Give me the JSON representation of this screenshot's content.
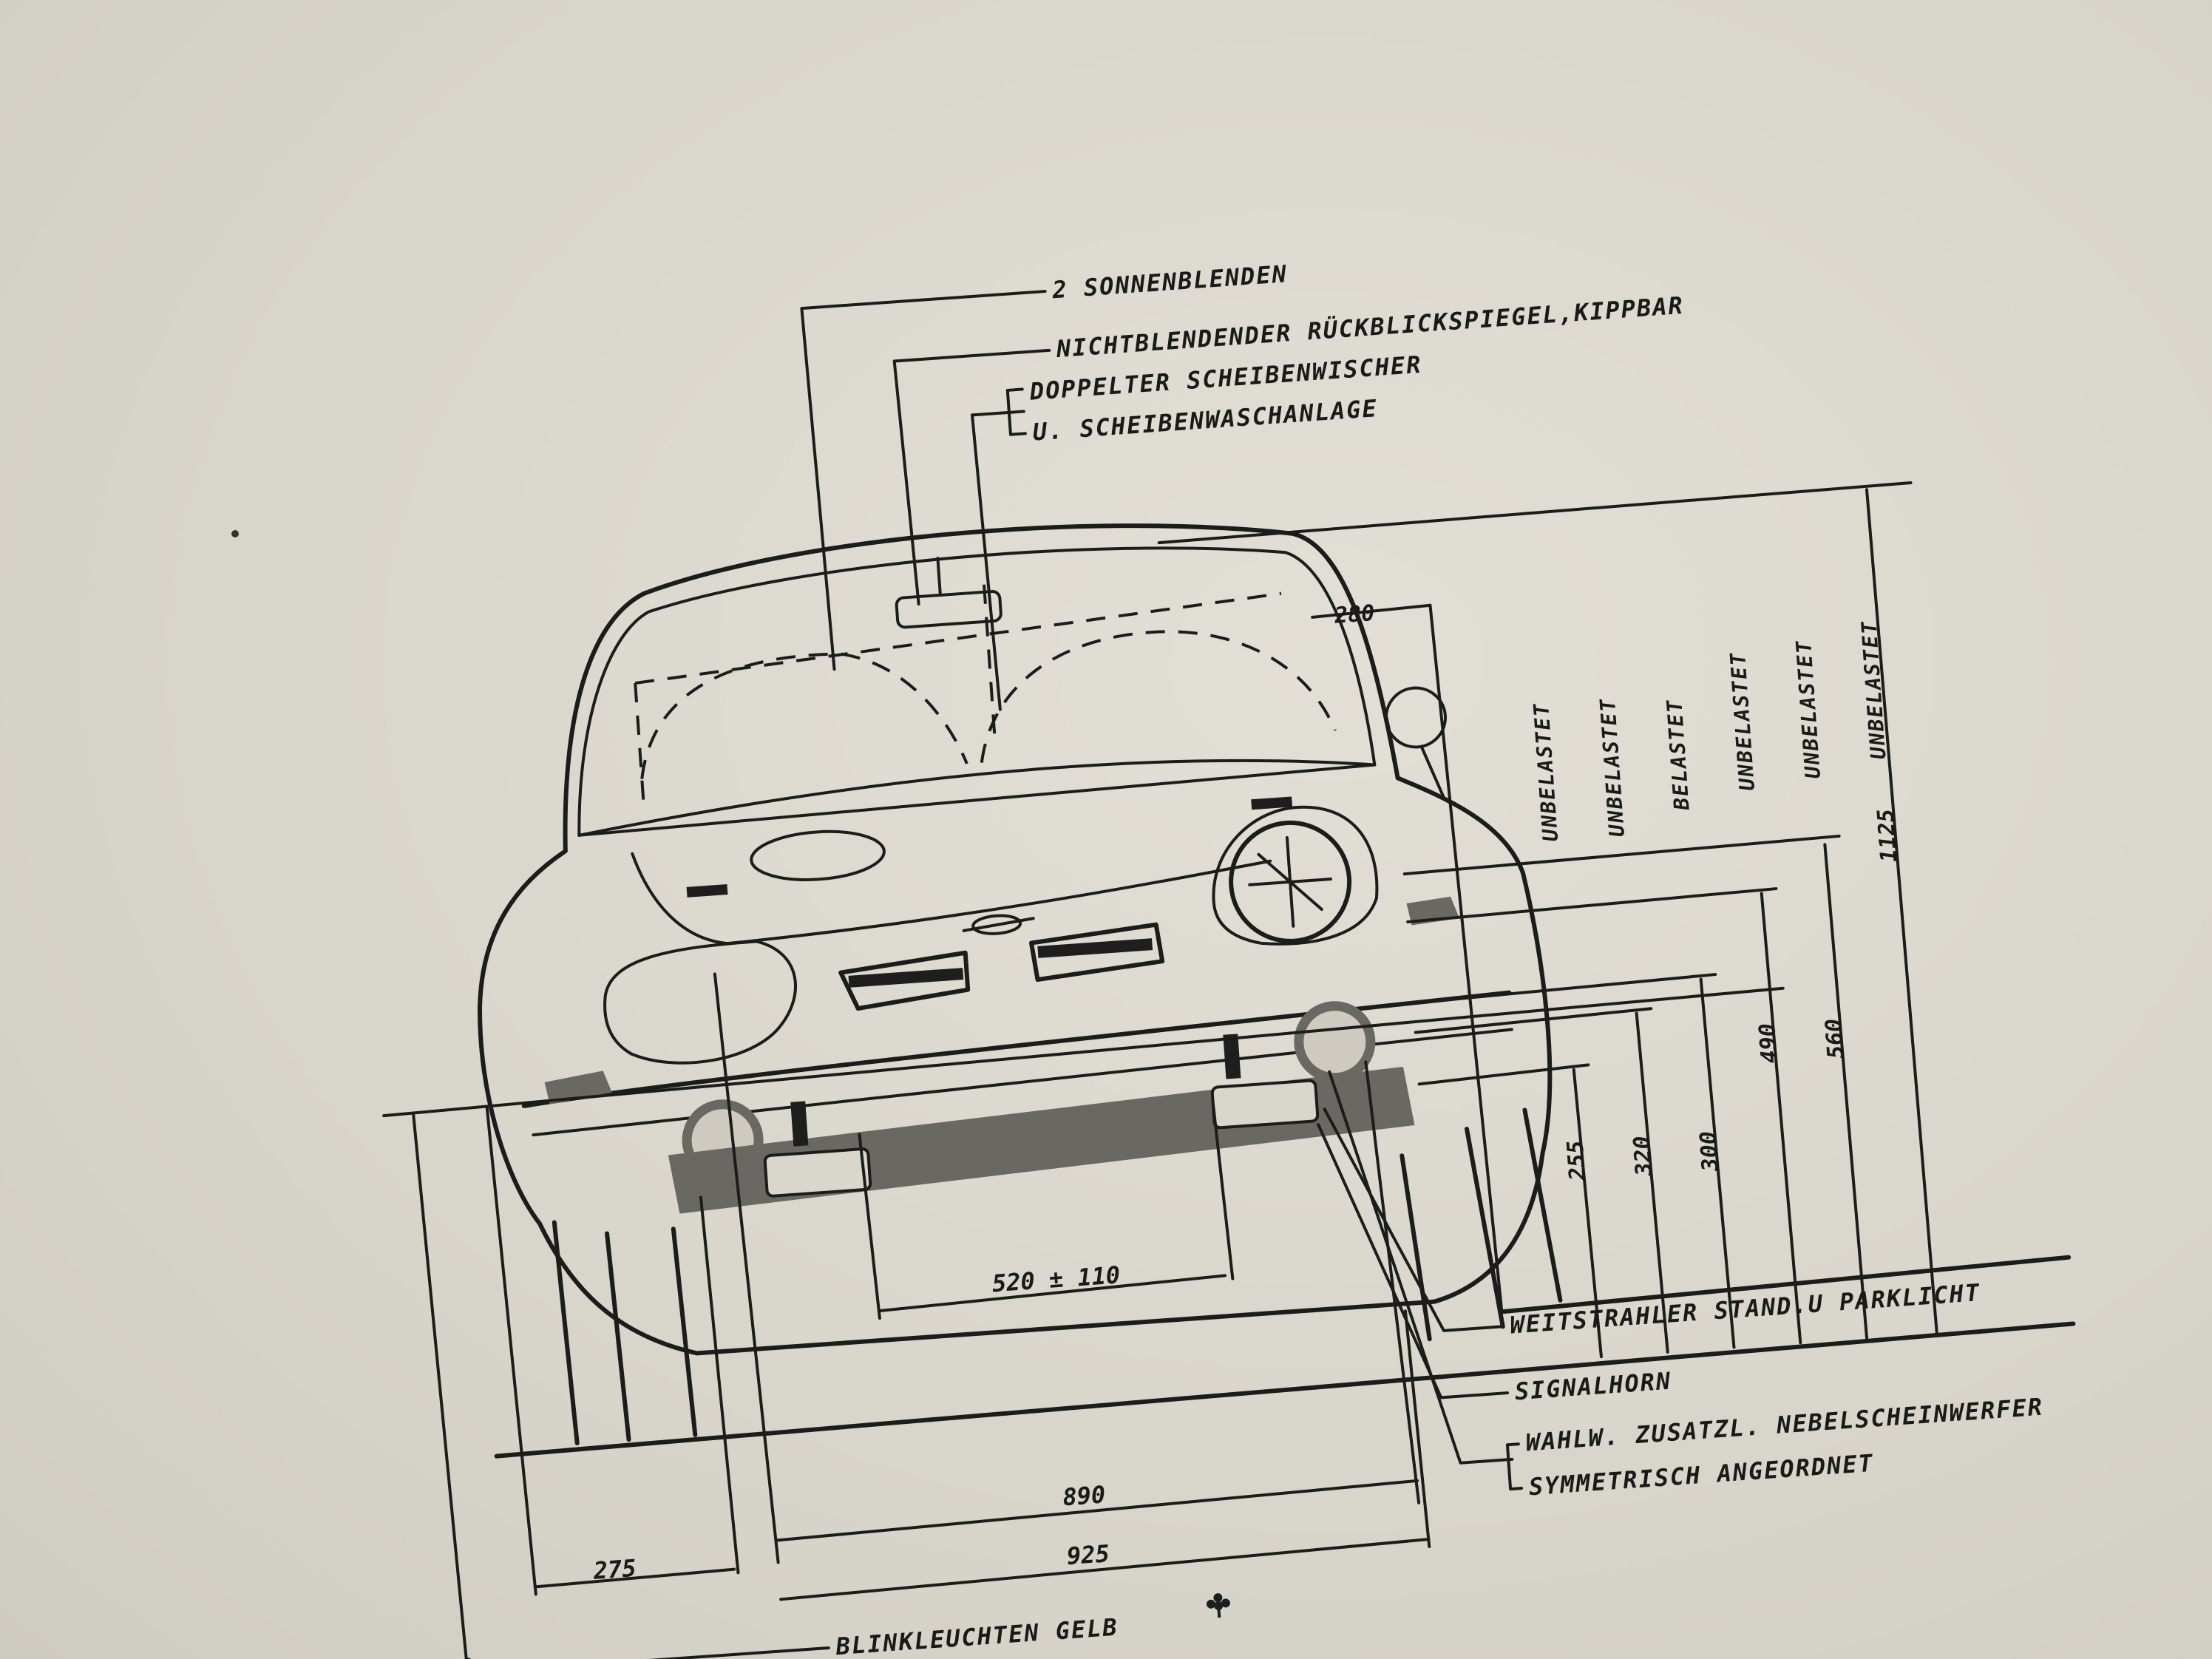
{
  "labels": {
    "sun_visors": "2 SONNENBLENDEN",
    "mirror": "NICHTBLENDENDER RÜCKBLICKSPIEGEL,KIPPBAR",
    "wiper_1": "DOPPELTER SCHEIBENWISCHER",
    "wiper_2": "U. SCHEIBENWASCHANLAGE",
    "lights": "WEITSTRAHLER   STAND.U PARKLICHT",
    "horn": "SIGNALHORN",
    "fog_1": "WAHLW. ZUSATZL. NEBELSCHEINWERFER",
    "fog_2": "SYMMETRISCH ANGEORDNET",
    "indicators": "BLINKLEUCHTEN  GELB"
  },
  "dimensions": {
    "d_280": "280",
    "d_520": "520 ± 110",
    "d_890": "890",
    "d_925": "925",
    "d_275": "275",
    "h_255": "255",
    "h_320": "320",
    "h_300": "300",
    "h_490": "490",
    "h_560": "560",
    "h_1125": "1125"
  },
  "vertical_labels": {
    "v1": "UNBELASTET",
    "v2": "UNBELASTET",
    "v3": "BELASTET",
    "v4": "UNBELASTET",
    "v5": "UNBELASTET",
    "v6": "UNBELASTET"
  },
  "icons": {
    "indicator_symbol": "flower-asterisk-icon"
  }
}
